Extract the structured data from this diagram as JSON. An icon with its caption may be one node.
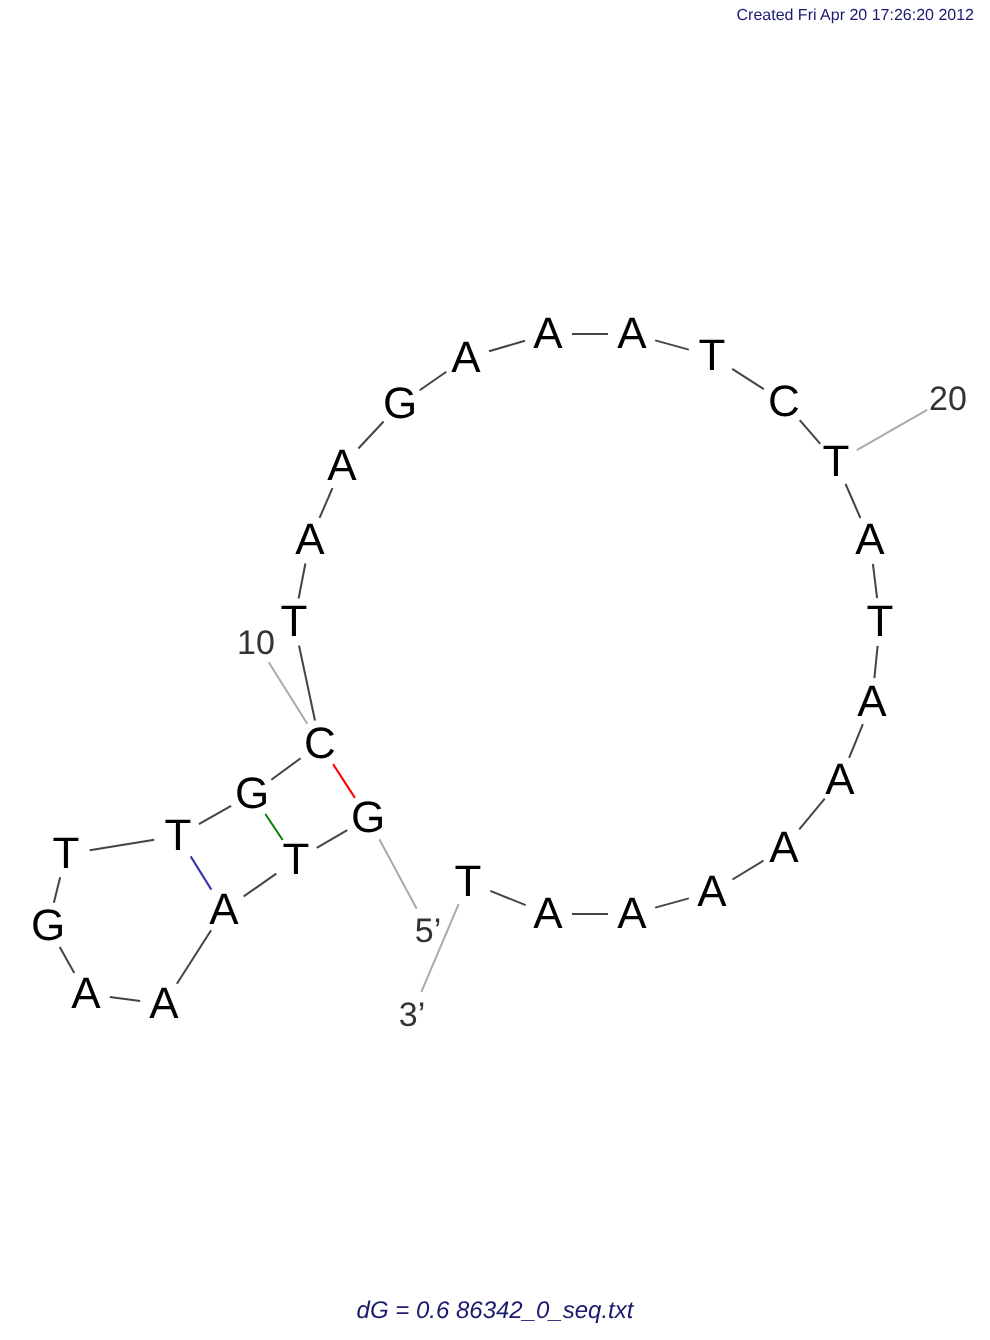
{
  "diagram": {
    "caption": "dG = 0.6 86342_0_seq.txt",
    "nodes": [
      {
        "text": [
          "G"
        ]
      },
      {
        "text": [
          "T"
        ]
      },
      {
        "text": [
          "A"
        ]
      },
      {
        "text": [
          "A"
        ]
      },
      {
        "text": [
          "A"
        ]
      },
      {
        "text": [
          "G"
        ]
      },
      {
        "text": [
          "T"
        ]
      },
      {
        "text": [
          "T"
        ]
      },
      {
        "text": [
          "G"
        ]
      },
      {
        "text": [
          "C"
        ]
      },
      {
        "text": [
          "T"
        ]
      },
      {
        "text": [
          "A"
        ]
      },
      {
        "text": [
          "A"
        ]
      },
      {
        "text": [
          "G"
        ]
      },
      {
        "text": [
          "A"
        ]
      },
      {
        "text": [
          "A"
        ]
      },
      {
        "text": [
          "A"
        ]
      },
      {
        "text": [
          "T"
        ]
      },
      {
        "text": [
          "C"
        ]
      },
      {
        "text": [
          "T"
        ]
      },
      {
        "text": [
          "A"
        ]
      },
      {
        "text": [
          "T"
        ]
      },
      {
        "text": [
          "A"
        ]
      },
      {
        "text": [
          "A"
        ]
      },
      {
        "text": [
          "A"
        ]
      },
      {
        "text": [
          "A"
        ]
      },
      {
        "text": [
          "A"
        ]
      },
      {
        "text": [
          "A"
        ]
      },
      {
        "text": [
          "T"
        ]
      },
      {
        "text": [
          "10"
        ]
      },
      {
        "text": [
          "20"
        ]
      },
      {
        "text": [
          "5’"
        ]
      },
      {
        "text": [
          "3’"
        ]
      }
    ],
    "edges": [
      {
        "from": 0,
        "to": 1,
        "arrow": "none"
      },
      {
        "from": 1,
        "to": 2,
        "arrow": "none"
      },
      {
        "from": 2,
        "to": 3,
        "arrow": "none"
      },
      {
        "from": 3,
        "to": 4,
        "arrow": "none"
      },
      {
        "from": 4,
        "to": 5,
        "arrow": "none"
      },
      {
        "from": 5,
        "to": 6,
        "arrow": "none"
      },
      {
        "from": 6,
        "to": 7,
        "arrow": "none"
      },
      {
        "from": 7,
        "to": 8,
        "arrow": "none"
      },
      {
        "from": 8,
        "to": 9,
        "arrow": "none"
      },
      {
        "from": 9,
        "to": 10,
        "arrow": "none"
      },
      {
        "from": 10,
        "to": 11,
        "arrow": "none"
      },
      {
        "from": 11,
        "to": 12,
        "arrow": "none"
      },
      {
        "from": 12,
        "to": 13,
        "arrow": "none"
      },
      {
        "from": 13,
        "to": 14,
        "arrow": "none"
      },
      {
        "from": 14,
        "to": 15,
        "arrow": "none"
      },
      {
        "from": 15,
        "to": 16,
        "arrow": "none"
      },
      {
        "from": 16,
        "to": 17,
        "arrow": "none"
      },
      {
        "from": 17,
        "to": 18,
        "arrow": "none"
      },
      {
        "from": 18,
        "to": 19,
        "arrow": "none"
      },
      {
        "from": 19,
        "to": 20,
        "arrow": "none"
      },
      {
        "from": 20,
        "to": 21,
        "arrow": "none"
      },
      {
        "from": 21,
        "to": 22,
        "arrow": "none"
      },
      {
        "from": 22,
        "to": 23,
        "arrow": "none"
      },
      {
        "from": 23,
        "to": 24,
        "arrow": "none"
      },
      {
        "from": 24,
        "to": 25,
        "arrow": "none"
      },
      {
        "from": 25,
        "to": 26,
        "arrow": "none"
      },
      {
        "from": 26,
        "to": 27,
        "arrow": "none"
      },
      {
        "from": 27,
        "to": 28,
        "arrow": "none"
      },
      {
        "from": 9,
        "to": 0,
        "arrow": "none",
        "color": "#ff0000"
      },
      {
        "from": 8,
        "to": 1,
        "arrow": "none",
        "color": "#008000"
      },
      {
        "from": 7,
        "to": 2,
        "arrow": "none",
        "color": "#3333aa"
      },
      {
        "from": 29,
        "to": 9,
        "arrow": "none",
        "color": "#aaaaaa"
      },
      {
        "from": 30,
        "to": 19,
        "arrow": "none",
        "color": "#aaaaaa"
      },
      {
        "from": 31,
        "to": 0,
        "arrow": "none",
        "color": "#aaaaaa"
      },
      {
        "from": 32,
        "to": 28,
        "arrow": "none",
        "color": "#aaaaaa"
      }
    ],
    "labels": [
      "Created Fri Apr 20 17:26:20 2012"
    ]
  }
}
